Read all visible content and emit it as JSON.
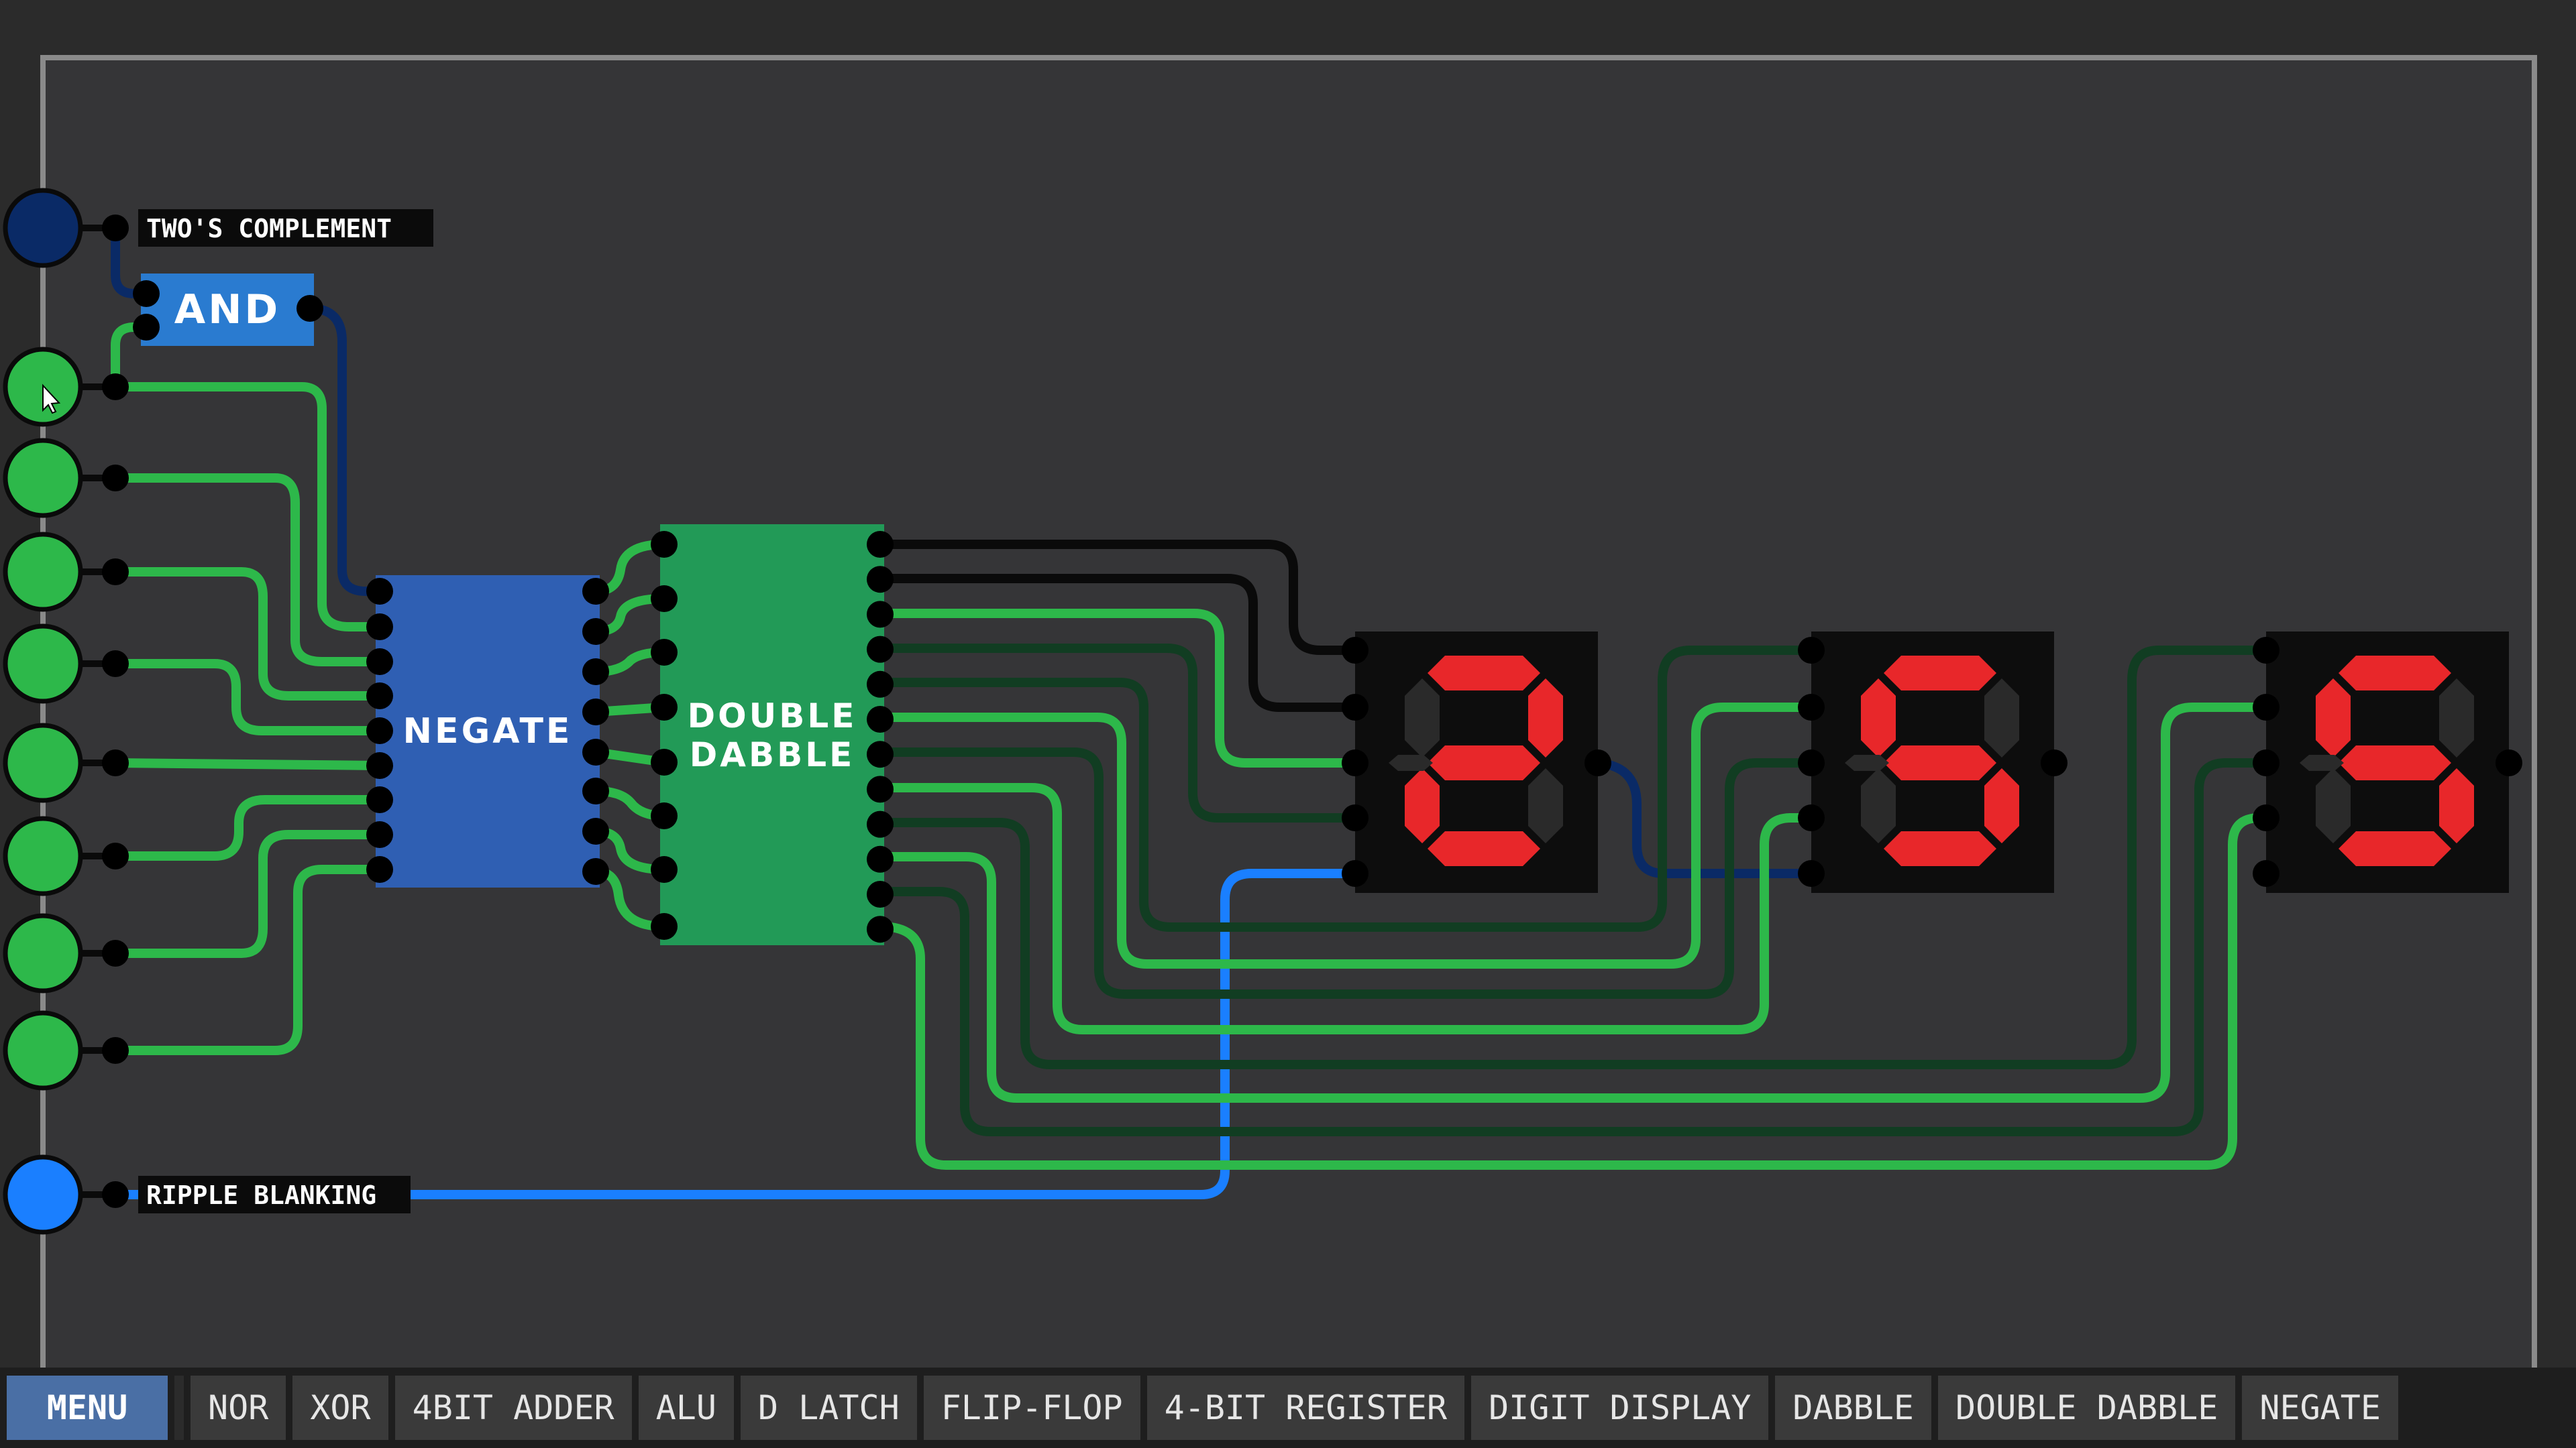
{
  "labels": {
    "twos_complement": "TWO'S COMPLEMENT",
    "ripple_blanking": "RIPPLE BLANKING"
  },
  "chips": {
    "and": "AND",
    "negate": "NEGATE",
    "double_dabble_line1": "DOUBLE",
    "double_dabble_line2": "DABBLE"
  },
  "displays": {
    "digit1": "2",
    "digit2": "5",
    "digit3": "5"
  },
  "inputs": {
    "twos_complement_state": "off",
    "data_bits": [
      "on",
      "on",
      "on",
      "on",
      "on",
      "on",
      "on",
      "on"
    ],
    "ripple_blanking_state": "on"
  },
  "toolbar": {
    "menu": "MENU",
    "items": [
      "NOR",
      "XOR",
      "4BIT ADDER",
      "ALU",
      "D LATCH",
      "FLIP-FLOP",
      "4-BIT REGISTER",
      "DIGIT DISPLAY",
      "DABBLE",
      "DOUBLE DABBLE",
      "NEGATE"
    ]
  },
  "colors": {
    "background": "#353537",
    "wire_on": "#2db84a",
    "wire_off": "#113d22",
    "wire_black": "#0a0a0a",
    "input_blue_on": "#1a7fff",
    "input_blue_off": "#0a2a66",
    "chip_and": "#2a7bd0",
    "chip_negate": "#2f5fb3",
    "chip_double_dabble": "#229a57",
    "segment_on": "#e8272a",
    "segment_off": "#2a2a2a"
  }
}
